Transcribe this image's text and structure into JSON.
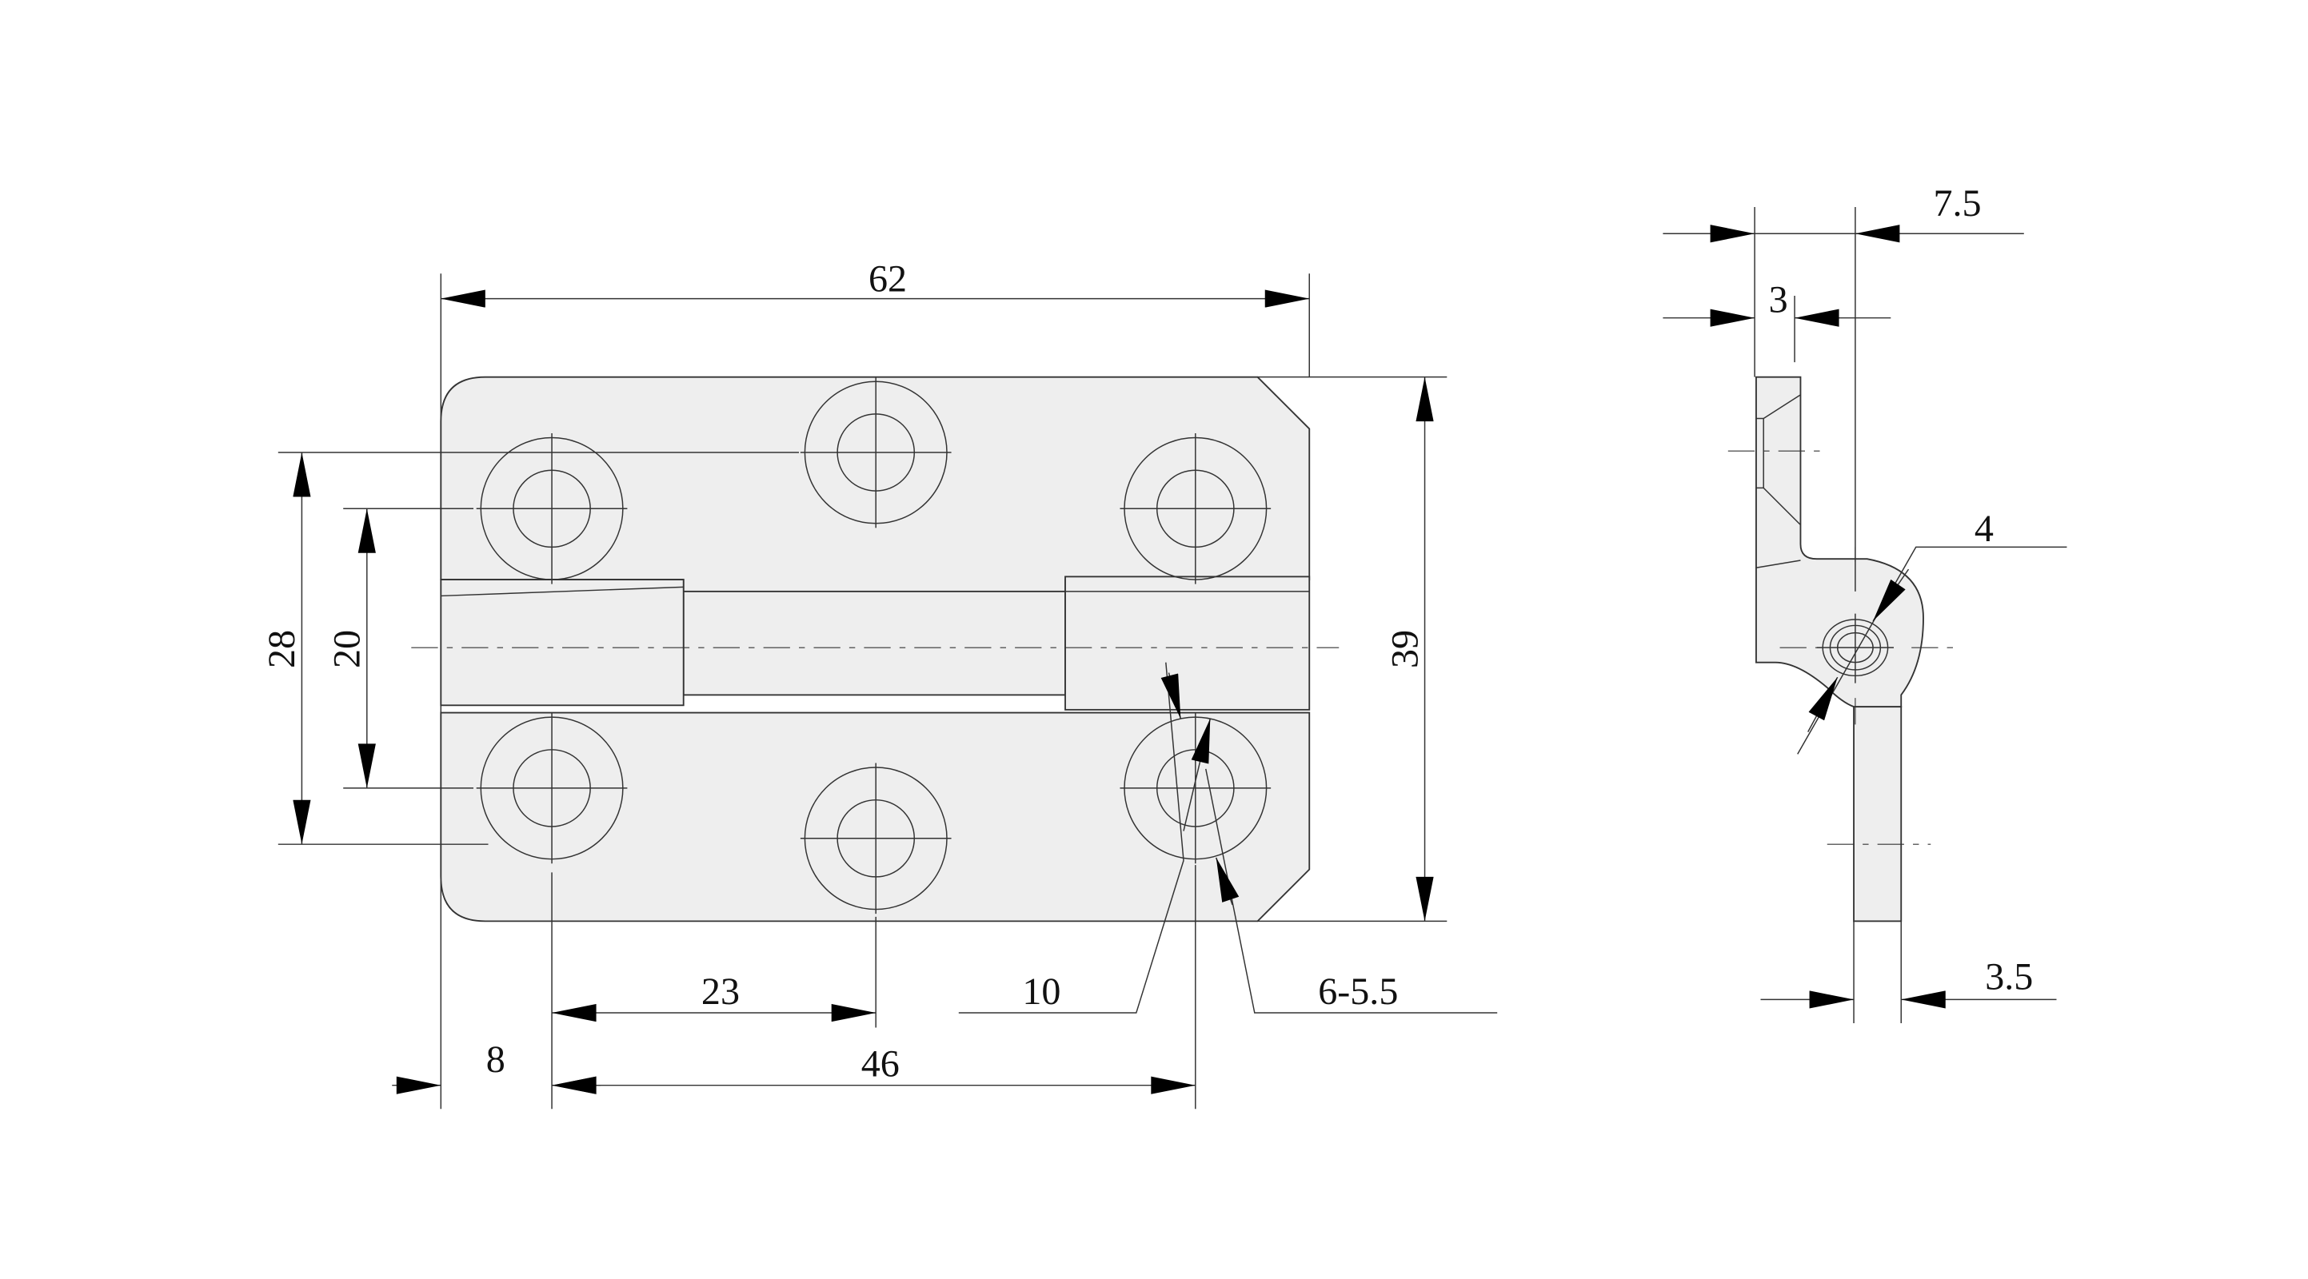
{
  "drawing": {
    "title": "Hinge dimensional drawing",
    "fill_color": "#eeeeee",
    "line_color": "#333333",
    "front_view": {
      "overall_width": "62",
      "overall_height": "39",
      "outer_hole_pitch_vertical": "28",
      "inner_hole_pitch_vertical": "20",
      "hole_pitch_half": "23",
      "hole_pitch_full": "46",
      "edge_offset": "8",
      "counterbore_dia": "10",
      "hole_spec": "6-5.5"
    },
    "side_view": {
      "overall_depth": "7.5",
      "leaf_thickness": "3",
      "pin_dia": "4",
      "lower_leaf_thickness": "3.5"
    }
  }
}
